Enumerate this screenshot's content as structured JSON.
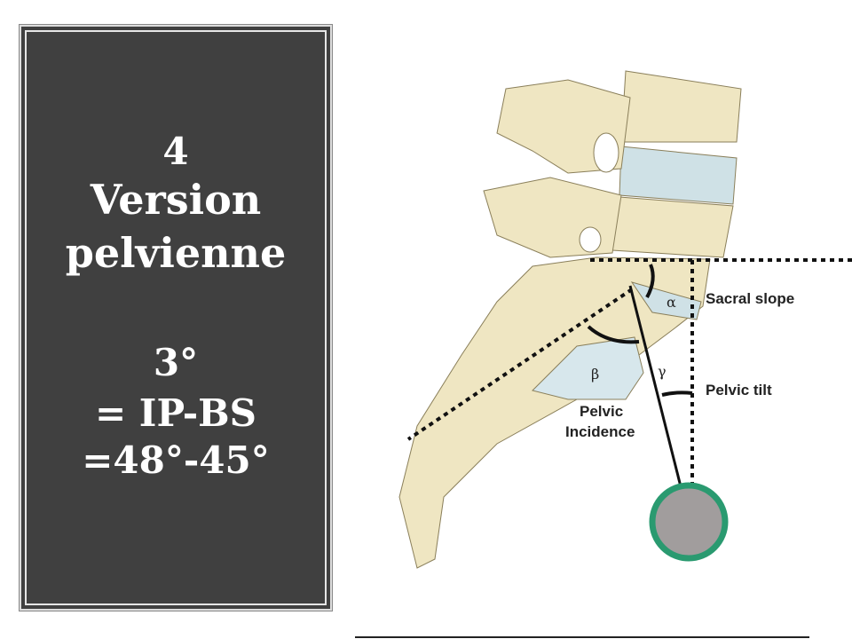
{
  "panel": {
    "lines": [
      "4",
      "Version",
      "pelvienne",
      "3°",
      "= IP-BS",
      "=48°-45°"
    ]
  },
  "diagram": {
    "labels": {
      "sacral_slope": "Sacral slope",
      "pelvic_tilt": "Pelvic tilt",
      "pelvic": "Pelvic",
      "incidence": "Incidence",
      "alpha": "α",
      "beta": "β",
      "gamma": "γ"
    },
    "colors": {
      "circle_fill": "#a19d9d",
      "circle_stroke": "#2a9a70",
      "bone": "#efe6c2",
      "disc": "#cfe1e6"
    }
  }
}
